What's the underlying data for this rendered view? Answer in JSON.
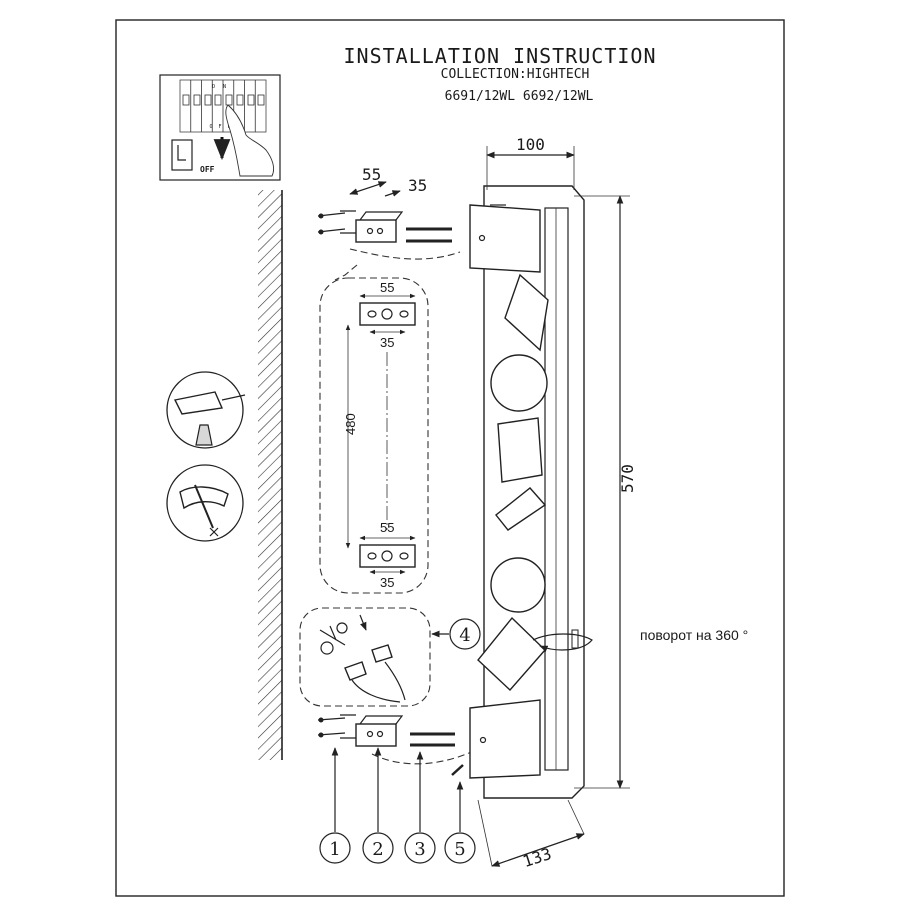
{
  "header": {
    "title": "INSTALLATION INSTRUCTION",
    "collection": "COLLECTION:HIGHTECH",
    "models": "6691/12WL 6692/12WL"
  },
  "switch_panel": {
    "on_label": "ON",
    "off_label": "OFF",
    "main_switch_label": "OFF"
  },
  "dimensions": {
    "fixture_width": "100",
    "fixture_height": "570",
    "fixture_depth": "133",
    "bracket_top_width": "55",
    "bracket_top_offset": "35",
    "detail_top_width": "55",
    "detail_top_offset": "35",
    "mount_spacing": "480",
    "detail_bottom_width": "55",
    "detail_bottom_offset": "35"
  },
  "rotation_note": "поворот на 360 °",
  "callouts": [
    "1",
    "2",
    "3",
    "4",
    "5"
  ]
}
